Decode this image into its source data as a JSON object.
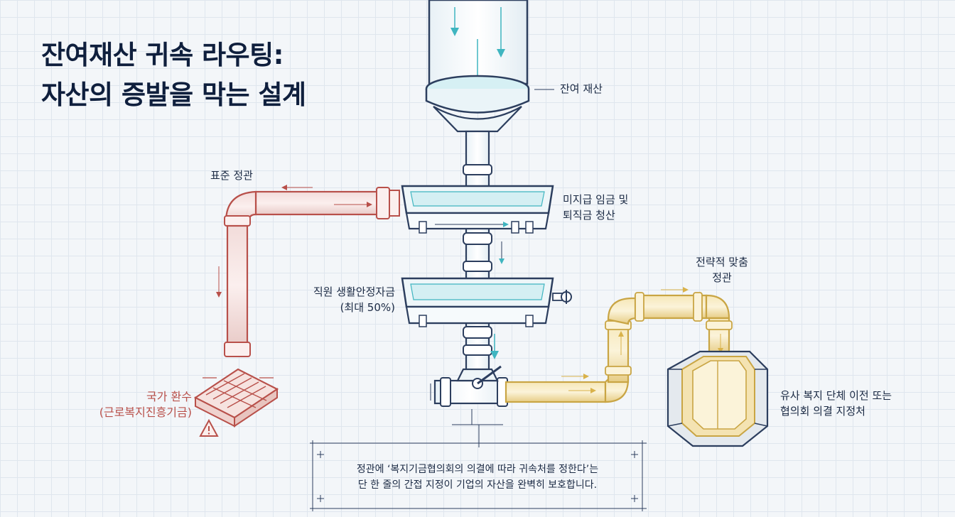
{
  "title": {
    "line1": "잔여재산 귀속 라우팅:",
    "line2": "자산의 증발을 막는 설계"
  },
  "labels": {
    "residual": "잔여 재산",
    "unpaid_line1": "미지급 임금 및",
    "unpaid_line2": "퇴직금 청산",
    "standard": "표준 정관",
    "stability_line1": "직원 생활안정자금",
    "stability_line2": "(최대 50%)",
    "strategic_line1": "전략적 맞춤",
    "strategic_line2": "정관",
    "national_line1": "국가 환수",
    "national_line2": "(근로복지진흥기금)",
    "similar_line1": "유사 복지 단체 이전 또는",
    "similar_line2": "협의회 의결 지정처"
  },
  "note": {
    "line1": "정관에 ‘복지기금협의회의 의결에 따라 귀속처를 정한다’는",
    "line2": "단 한 줄의 간접 지정이 기업의 자산을 완벽히 보호합니다."
  },
  "colors": {
    "navy": "#2c3e5e",
    "teal": "#3fb5c0",
    "red": "#b8504a",
    "gold": "#d9b24a"
  },
  "icons": [
    "arrow-icon",
    "warning-icon",
    "valve-icon",
    "grate-icon",
    "box-icon"
  ]
}
